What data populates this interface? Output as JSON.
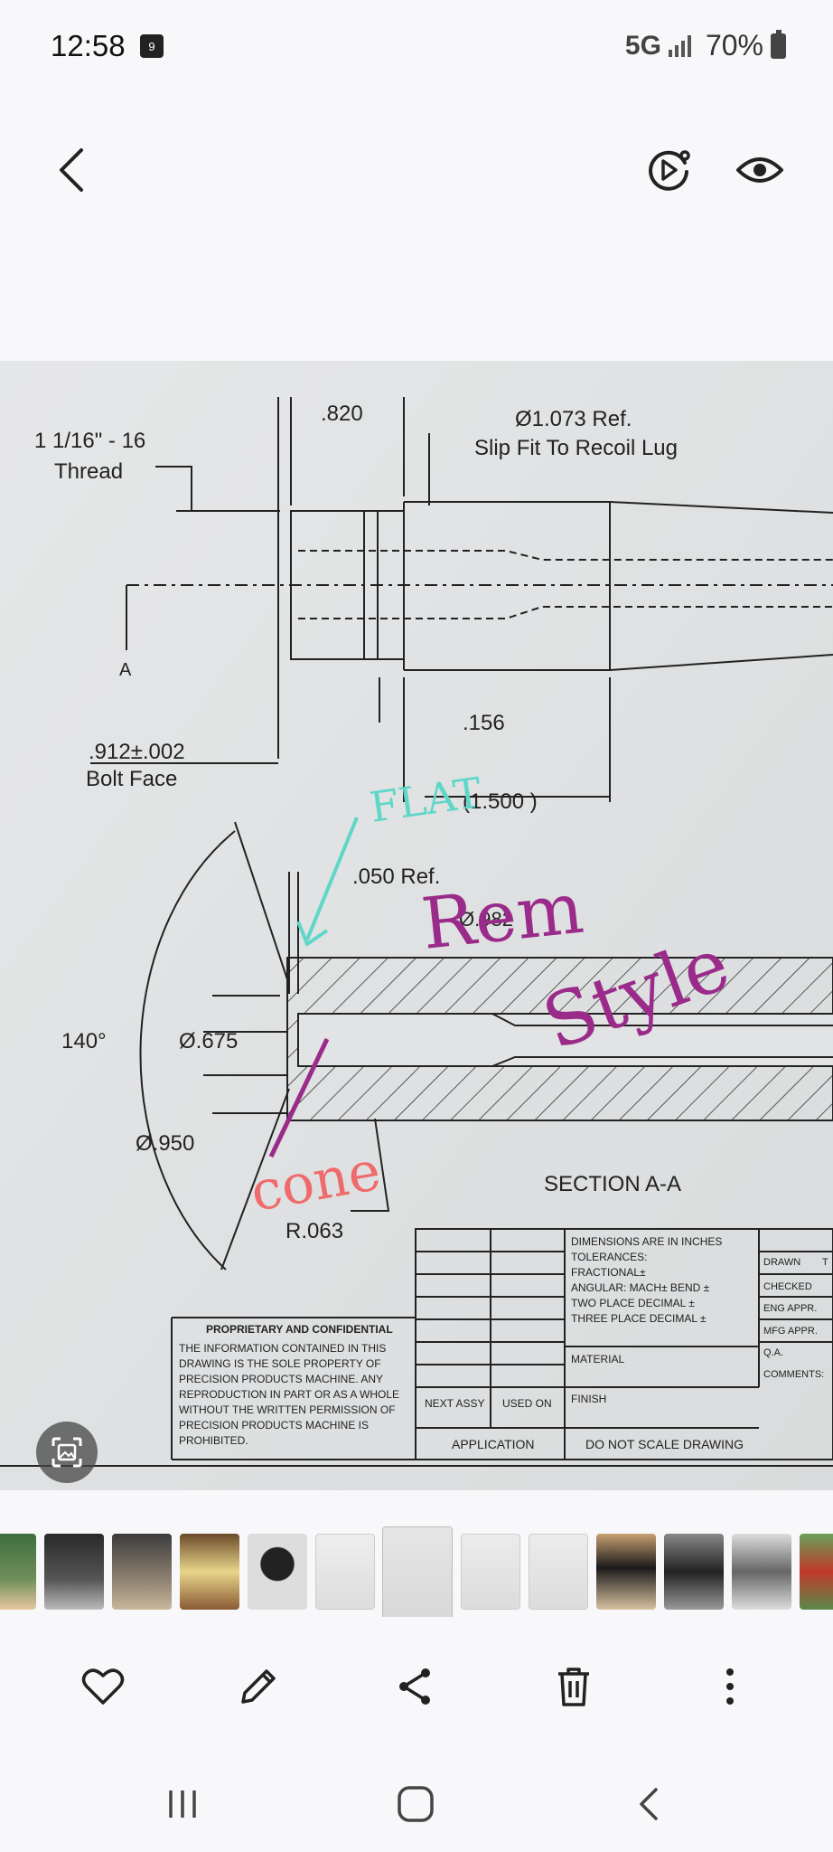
{
  "status": {
    "time": "12:58",
    "calendar_badge": "9",
    "network": "5G",
    "battery": "70%"
  },
  "toolbar": {
    "back_icon": "chevron-left-icon",
    "motion_icon": "motion-photo-icon",
    "visibility_icon": "eye-icon"
  },
  "drawing": {
    "dim_820": ".820",
    "dia_1073": "Ø1.073 Ref.",
    "slip_fit": "Slip Fit To Recoil Lug",
    "thread_1": "1 1/16\" - 16",
    "thread_2": "Thread",
    "section_mark": "A",
    "dim_156": ".156",
    "bolt_face_1": ".912±.002",
    "bolt_face_2": "Bolt Face",
    "dim_1500": "(1.500 )",
    "dim_050": ".050 Ref.",
    "dim_982": "Ø.982",
    "angle_140": "140°",
    "dia_675": "Ø.675",
    "dia_950": "Ø.950",
    "radius_063": "R.063",
    "section_title": "SECTION A-A",
    "hand_flat": "FLAT",
    "hand_rem": "Rem",
    "hand_style": "Style",
    "hand_cone": "cone",
    "prop_title": "PROPRIETARY AND CONFIDENTIAL",
    "prop_lines": [
      "THE INFORMATION CONTAINED IN THIS",
      "DRAWING IS THE SOLE PROPERTY OF",
      "PRECISION PRODUCTS MACHINE.  ANY",
      "REPRODUCTION IN PART OR AS A WHOLE",
      "WITHOUT THE WRITTEN PERMISSION OF",
      "PRECISION PRODUCTS MACHINE IS",
      "PROHIBITED."
    ],
    "tol_lines": [
      "DIMENSIONS ARE IN INCHES",
      "TOLERANCES:",
      "FRACTIONAL±",
      "ANGULAR: MACH±    BEND ±",
      "TWO PLACE DECIMAL    ±",
      "THREE PLACE DECIMAL   ±"
    ],
    "material": "MATERIAL",
    "finish": "FINISH",
    "next_assy": "NEXT ASSY",
    "used_on": "USED ON",
    "application": "APPLICATION",
    "do_not_scale": "DO NOT SCALE DRAWING",
    "tb_drawn": "DRAWN",
    "tb_t": "T",
    "tb_checked": "CHECKED",
    "tb_eng": "ENG APPR.",
    "tb_mfg": "MFG APPR.",
    "tb_qa": "Q.A.",
    "tb_comments": "COMMENTS:"
  },
  "viewer": {
    "lens_icon": "image-scan-icon"
  },
  "filmstrip": {
    "active_index": 5
  },
  "actions": {
    "favorite_icon": "heart-icon",
    "edit_icon": "pencil-icon",
    "share_icon": "share-icon",
    "delete_icon": "trash-icon",
    "more_icon": "more-vertical-icon"
  },
  "navbar": {
    "recents_icon": "recent-apps-icon",
    "home_icon": "home-icon",
    "back_icon": "back-icon"
  }
}
